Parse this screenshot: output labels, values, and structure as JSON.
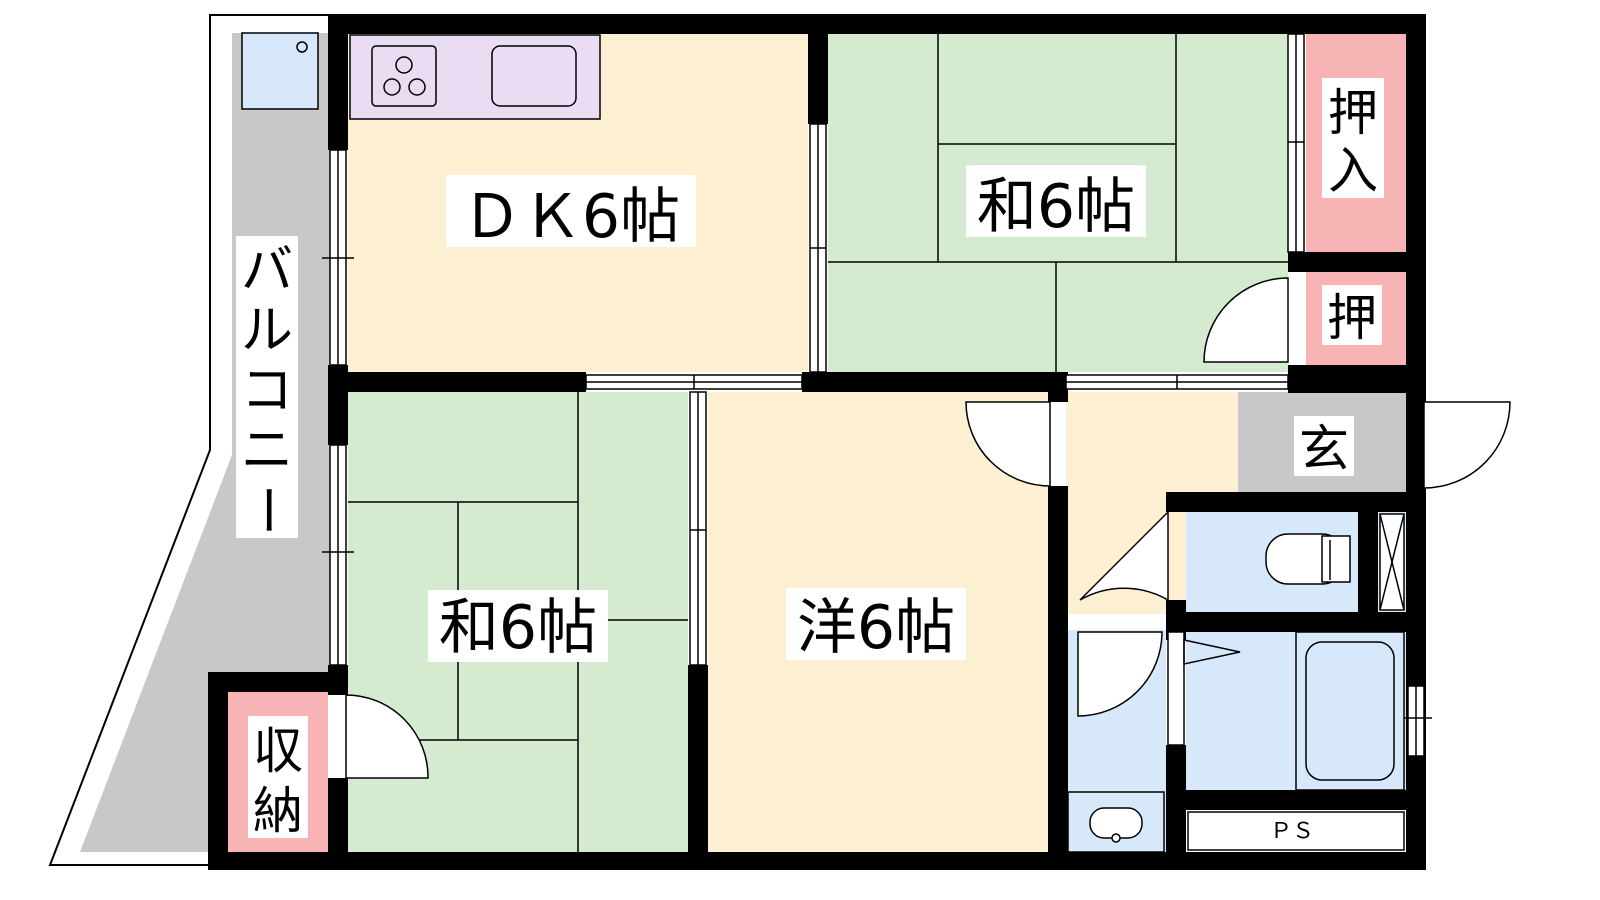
{
  "rooms": {
    "dk": {
      "label": "ＤＫ6帖"
    },
    "washitsu_upper": {
      "label": "和6帖"
    },
    "washitsu_lower": {
      "label": "和6帖"
    },
    "youshitsu": {
      "label": "洋6帖"
    },
    "oshiire_upper": {
      "label_chars": [
        "押",
        "入"
      ]
    },
    "oshiire_small": {
      "label": "押"
    },
    "genkan": {
      "label": "玄"
    },
    "shuunou": {
      "label_chars": [
        "収",
        "納"
      ]
    },
    "balcony": {
      "label_chars": [
        "バ",
        "ル",
        "コ",
        "ニ",
        "ー"
      ]
    },
    "ps": {
      "label": "ＰＳ"
    }
  },
  "colors": {
    "wall": "#000000",
    "dk_floor": "#fdf0d2",
    "tatami": "#d5ebcf",
    "closet": "#f8b4b4",
    "genkan": "#c8c8c8",
    "balcony": "#c8c8c8",
    "wet_area": "#d6e8fa",
    "kitchen": "#eadcf3"
  }
}
